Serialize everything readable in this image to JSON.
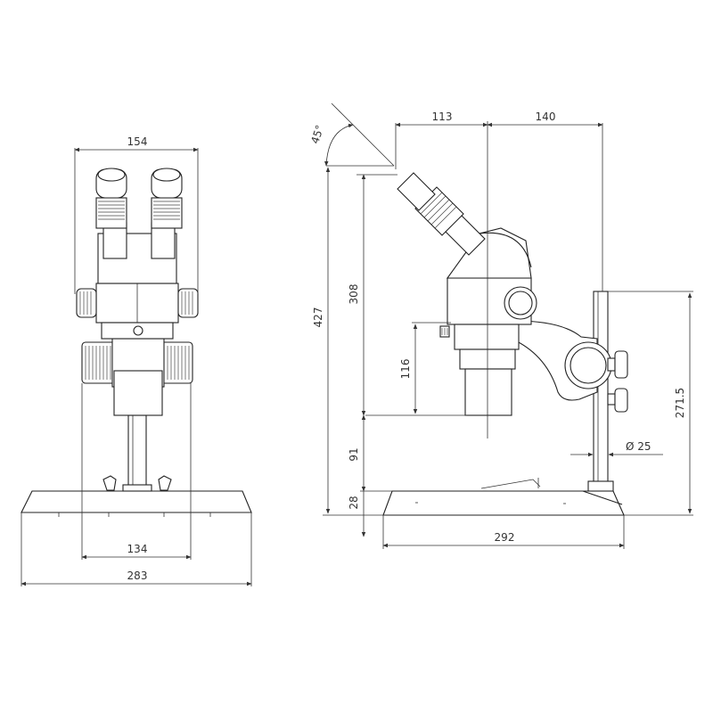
{
  "front_view": {
    "dimensions": {
      "top_width": "154",
      "pillar_width": "134",
      "base_width": "283"
    }
  },
  "side_view": {
    "dimensions": {
      "angle": "45°",
      "overall_height": "427",
      "upper_height": "308",
      "lower_height": "91",
      "base_thickness": "28",
      "objective_height": "116",
      "front_offset": "113",
      "rear_offset": "140",
      "post_height": "271.5",
      "post_diameter": "Ø 25",
      "base_length": "292"
    }
  }
}
